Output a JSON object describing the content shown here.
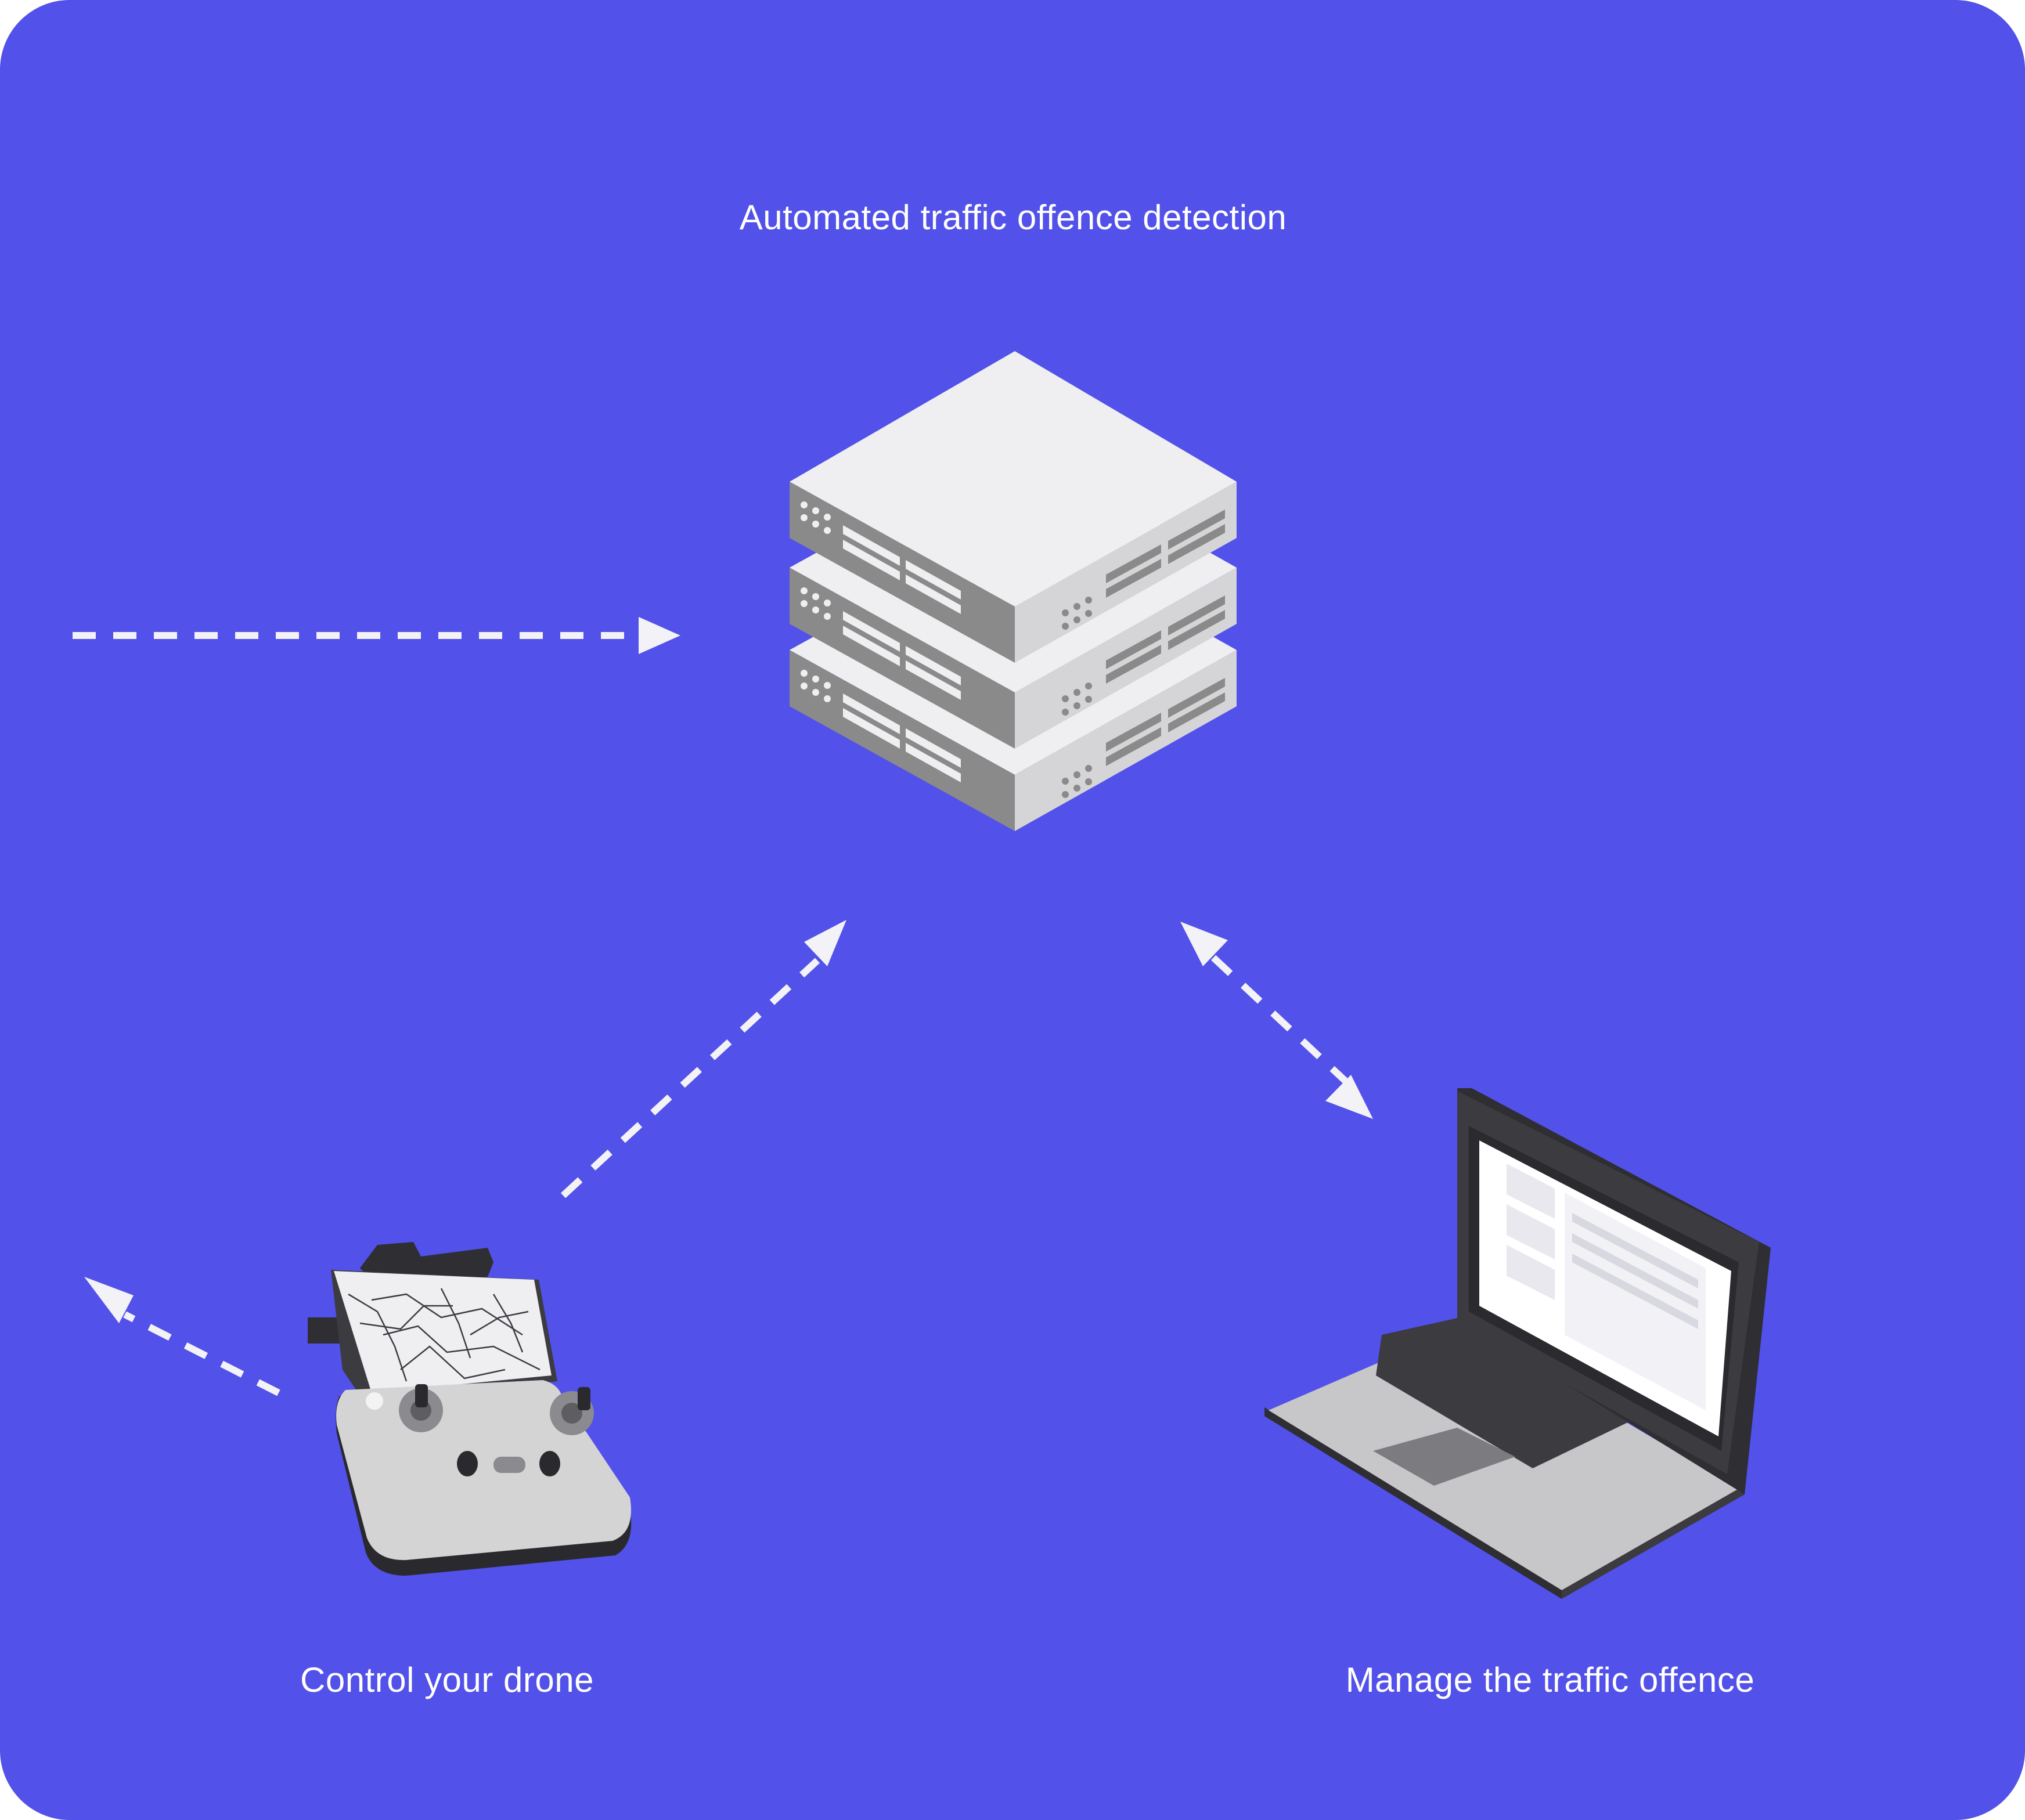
{
  "diagram": {
    "title": "Automated traffic offence detection",
    "labels": {
      "controller": "Control your drone",
      "laptop": "Manage the traffic offence"
    },
    "colors": {
      "background": "#5251e9",
      "arrow": "#f2f2f7",
      "server_top": "#efeff2",
      "server_side": "#8a8a8a",
      "server_front": "#d5d5d8",
      "laptop_dark": "#3b3b40",
      "controller_body": "#d4d4d4"
    },
    "icons": {
      "server": "server-rack-icon",
      "laptop": "laptop-icon",
      "controller": "drone-controller-icon"
    }
  }
}
